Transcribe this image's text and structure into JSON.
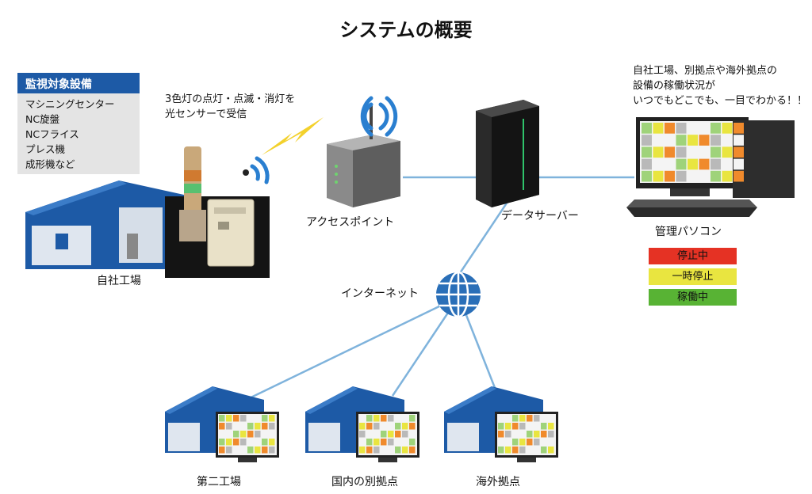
{
  "title": "システムの概要",
  "equipment": {
    "heading": "監視対象設備",
    "items": [
      "マシニングセンター",
      "NC旋盤",
      "NCフライス",
      "プレス機",
      "成形機など"
    ]
  },
  "sensor_note": [
    "3色灯の点灯・点滅・消灯を",
    "光センサーで受信"
  ],
  "pc_note": [
    "自社工場、別拠点や海外拠点の",
    "設備の稼働状況が",
    "いつでもどこでも、一目でわかる！！"
  ],
  "labels": {
    "own_factory": "自社工場",
    "access_point": "アクセスポイント",
    "data_server": "データサーバー",
    "management_pc": "管理パソコン",
    "internet": "インターネット",
    "factory2": "第二工場",
    "domestic_site": "国内の別拠点",
    "overseas_site": "海外拠点"
  },
  "legend": [
    {
      "label": "停止中",
      "color": "#e53224"
    },
    {
      "label": "一時停止",
      "color": "#e9e540"
    },
    {
      "label": "稼働中",
      "color": "#58b334"
    }
  ],
  "colors": {
    "building_blue": "#1d5aa6",
    "line_blue": "#7fb3dc",
    "signal_blue": "#2a7fd0",
    "lightning": "#f3d12c"
  }
}
